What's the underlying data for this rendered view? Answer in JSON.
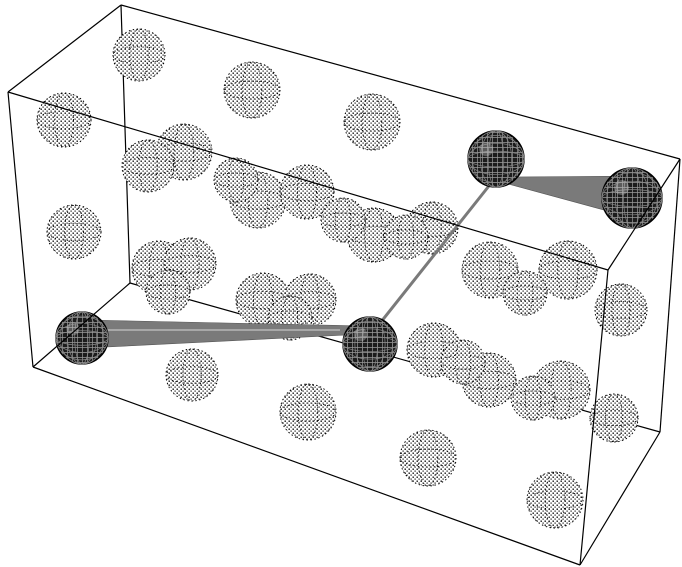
{
  "colors": {
    "background": "#ffffff",
    "box_edge": "#000000",
    "dotted_atom": "#000000",
    "highlighted_atom": "#1a1a1a",
    "bond": "#7a7a7a"
  },
  "dotted_sphere_count": 34,
  "highlighted_sphere_count": 4,
  "bond_count": 3
}
